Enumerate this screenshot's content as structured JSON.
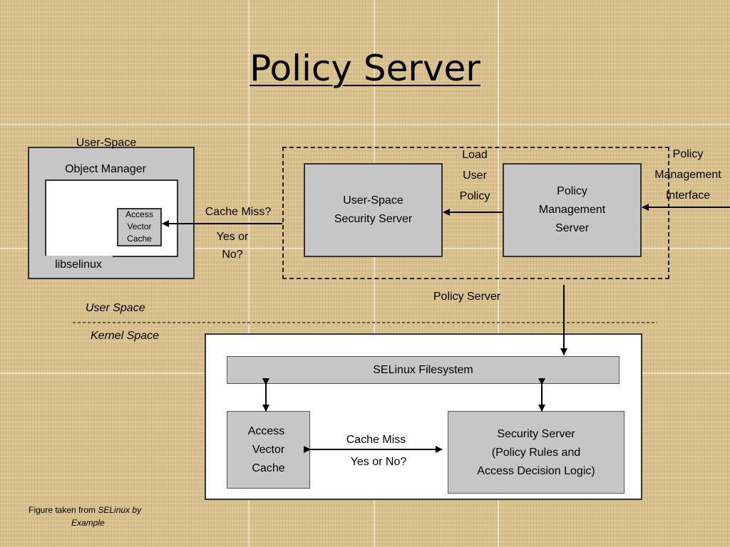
{
  "slide": {
    "title": "Policy Server"
  },
  "user_area": {
    "outer_label": "User-Space",
    "object_manager_label": "Object Manager",
    "avc_small": [
      "Access",
      "Vector",
      "Cache"
    ],
    "libselinux_label": "libselinux"
  },
  "policy_server": {
    "user_space_security_server": [
      "User-Space",
      "Security Server"
    ],
    "load_user_policy": [
      "Load",
      "User",
      "Policy"
    ],
    "policy_management_server": [
      "Policy",
      "Management",
      "Server"
    ],
    "policy_management_interface": [
      "Policy",
      "Management",
      "Interface"
    ],
    "caption": "Policy Server"
  },
  "cache_query": {
    "question": "Cache Miss?",
    "answer": [
      "Yes or",
      "No?"
    ]
  },
  "spaces": {
    "user_space": "User Space",
    "kernel_space": "Kernel Space"
  },
  "kernel": {
    "selinux_filesystem": "SELinux Filesystem",
    "avc": [
      "Access",
      "Vector",
      "Cache"
    ],
    "cache_miss": "Cache Miss",
    "yes_or_no": "Yes or No?",
    "security_server": [
      "Security Server",
      "(Policy Rules and",
      "Access Decision Logic)"
    ]
  },
  "footer": {
    "prefix": "Figure taken from ",
    "book_title_1": "SELinux by",
    "book_title_2": "Example"
  }
}
